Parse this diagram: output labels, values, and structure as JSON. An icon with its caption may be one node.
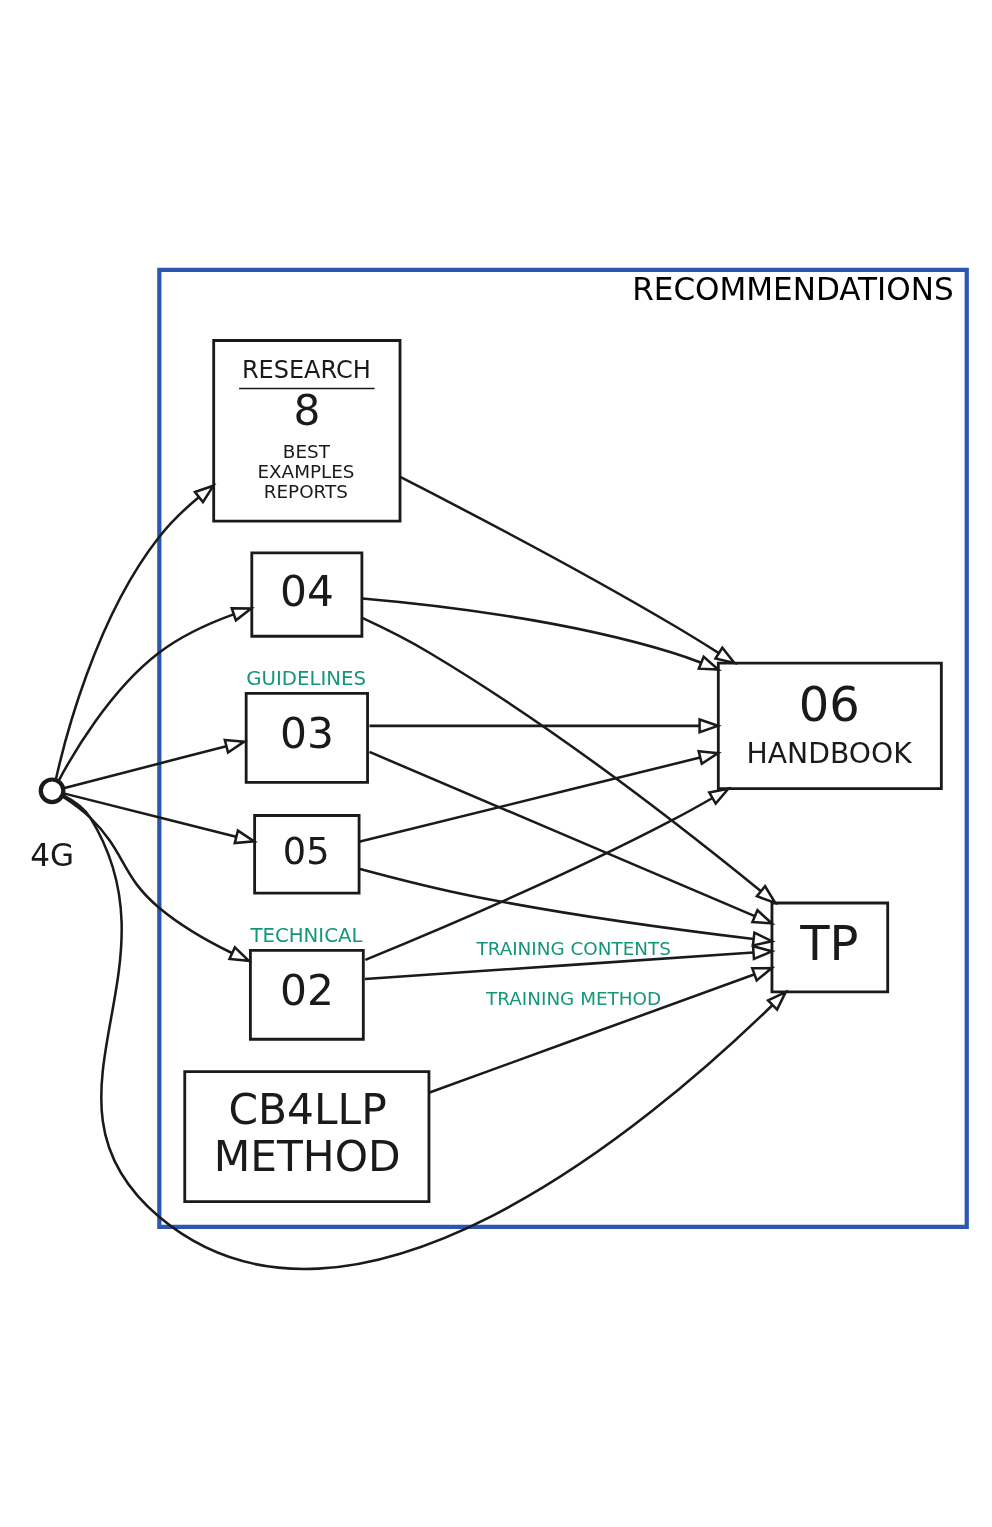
{
  "diagram": {
    "nodes": [
      {
        "text": [
          "RECOMMENDATIONS"
        ]
      },
      {
        "text": [],
        "shape": "circle"
      },
      {
        "text": [
          "RESEARCH",
          "8",
          "BEST EXAMPLES REPORTS"
        ],
        "in": 0
      },
      {
        "text": [
          "06",
          "HANDBOOK"
        ],
        "in": 0
      },
      {
        "text": [
          "02"
        ],
        "in": 0,
        "beside": [
          "TECHNICAL"
        ]
      },
      {
        "text": [
          "03"
        ],
        "in": 0,
        "beside": [
          "GUIDELINES"
        ]
      },
      {
        "text": [
          "04"
        ],
        "in": 0
      },
      {
        "text": [
          "05"
        ],
        "in": 0
      },
      {
        "text": [
          "TP"
        ],
        "in": 0
      },
      {
        "text": [
          "CB4LLP METHOD"
        ],
        "in": 0
      }
    ],
    "edges": [
      {
        "from": 1,
        "to": 2,
        "arrow": "to"
      },
      {
        "from": 1,
        "to": 4,
        "arrow": "to"
      },
      {
        "from": 1,
        "to": 5,
        "arrow": "to"
      },
      {
        "from": 1,
        "to": 6,
        "arrow": "to"
      },
      {
        "from": 1,
        "to": 7,
        "arrow": "to"
      },
      {
        "from": 1,
        "to": 8,
        "arrow": "to"
      },
      {
        "from": 2,
        "to": 3,
        "arrow": "to"
      },
      {
        "from": 4,
        "to": 3,
        "arrow": "to"
      },
      {
        "from": 5,
        "to": 3,
        "arrow": "to"
      },
      {
        "from": 6,
        "to": 3,
        "arrow": "to"
      },
      {
        "from": 7,
        "to": 3,
        "arrow": "to"
      },
      {
        "from": 4,
        "to": 8,
        "arrow": "to",
        "label": "TRAINING CONTENTS"
      },
      {
        "from": 5,
        "to": 8,
        "arrow": "to"
      },
      {
        "from": 6,
        "to": 8,
        "arrow": "to"
      },
      {
        "from": 7,
        "to": 8,
        "arrow": "to"
      },
      {
        "from": 9,
        "to": 8,
        "arrow": "to",
        "label": "TRAINING METHOD"
      }
    ],
    "labels": [
      "4G"
    ]
  }
}
